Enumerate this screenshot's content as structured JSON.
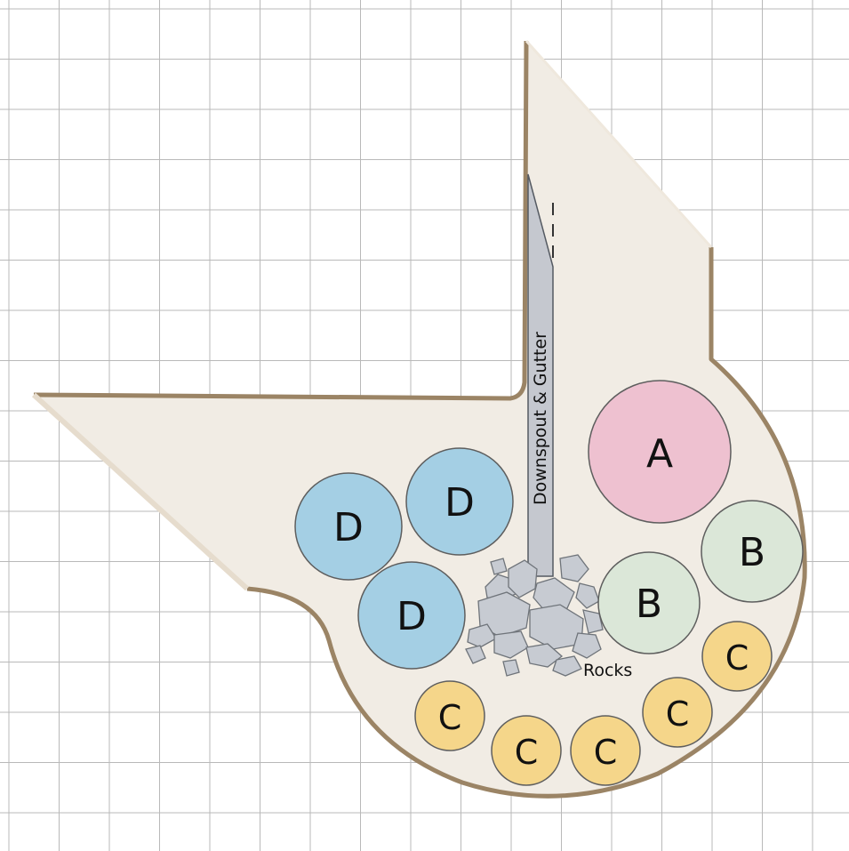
{
  "labels": {
    "downspout": "Downspout & Gutter",
    "rocks": "Rocks"
  },
  "plants": {
    "a": "A",
    "b": "B",
    "c": "C",
    "d": "D"
  },
  "colors": {
    "grid_line": "#b9b9b9",
    "bed_fill": "#f1ece4",
    "bed_border": "#9b8465",
    "plant_a": "#eec1d0",
    "plant_b": "#dbe7d8",
    "plant_c": "#f5d68a",
    "plant_d": "#a4cfe4",
    "rock_fill": "#c7cbd2",
    "rock_stroke": "#6f747a",
    "downspout_fill": "#c5c8cf"
  }
}
